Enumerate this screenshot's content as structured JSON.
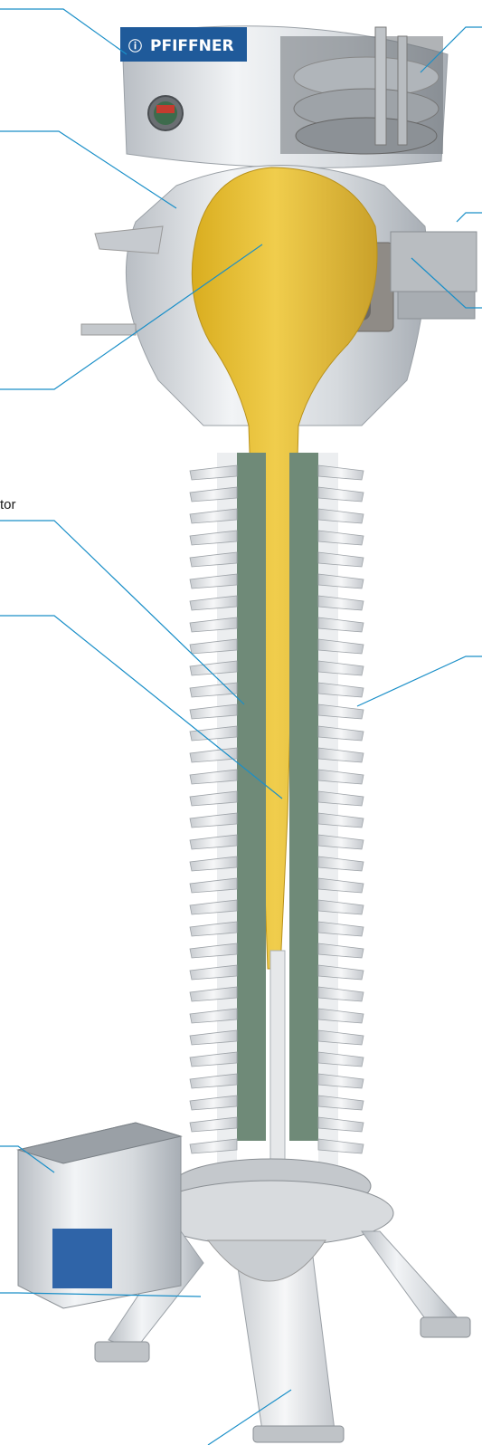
{
  "brand": {
    "logo_text": "PFIFFNER",
    "logo_color": "#1f5a9a"
  },
  "callouts": [
    {
      "name": "callout-head-cover",
      "text": ""
    },
    {
      "name": "callout-metal-dome",
      "text": ""
    },
    {
      "name": "callout-yellow-insulation-bulb",
      "text": ""
    },
    {
      "name": "callout-conductor",
      "text": "tor"
    },
    {
      "name": "callout-insulation-core",
      "text": ""
    },
    {
      "name": "callout-top-terminal",
      "text": ""
    },
    {
      "name": "callout-side-flange",
      "text": ""
    },
    {
      "name": "callout-terminal-plate",
      "text": ""
    },
    {
      "name": "callout-silicone-sheds",
      "text": ""
    },
    {
      "name": "callout-secondary-terminal-box",
      "text": ""
    },
    {
      "name": "callout-base-frame",
      "text": ""
    },
    {
      "name": "callout-support-leg",
      "text": ""
    }
  ],
  "colors": {
    "leader_line": "#1a8fc8",
    "insulation_yellow": "#e8c23f",
    "core_green": "#6f8a78",
    "metal": "#d8dce0",
    "shed": "#eef0f2",
    "terminal_box_label": "#2f64a8"
  }
}
